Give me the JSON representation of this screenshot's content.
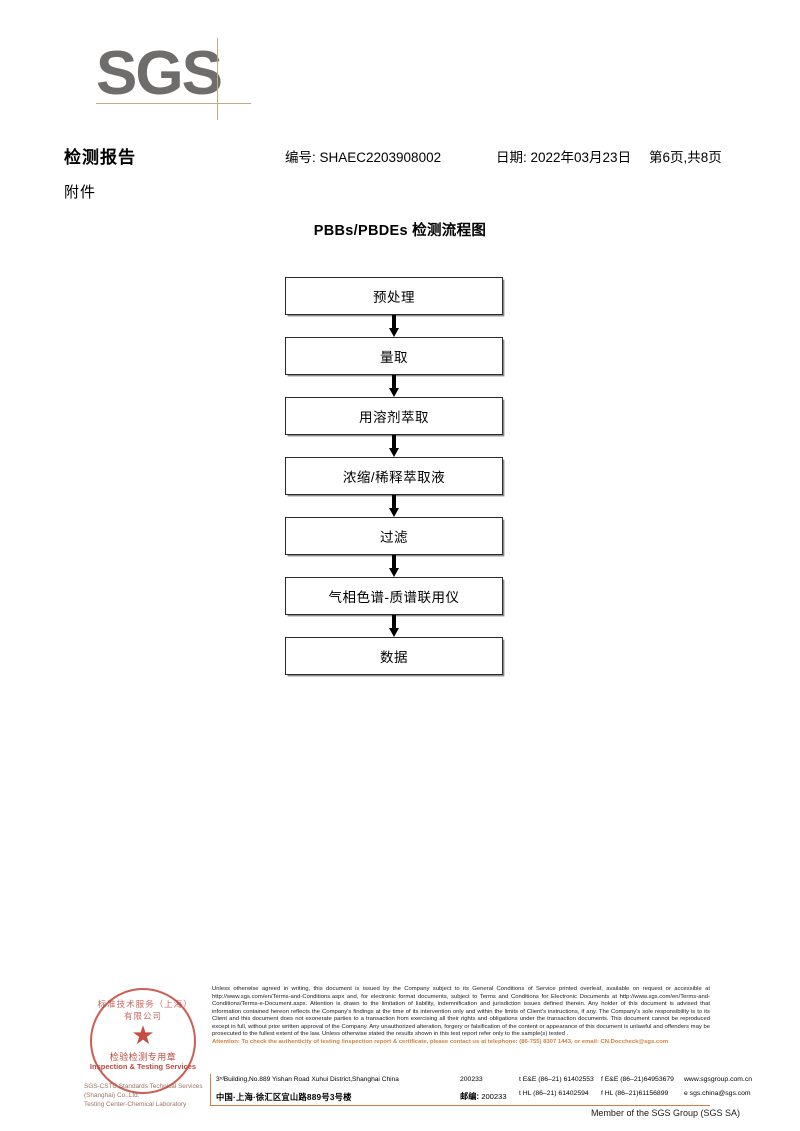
{
  "logo": {
    "text": "SGS"
  },
  "header": {
    "title": "检测报告",
    "report_no": "编号: SHAEC2203908002",
    "date": "日期: 2022年03月23日",
    "page": "第6页,共8页",
    "attachment": "附件"
  },
  "flowchart": {
    "title": "PBBs/PBDEs 检测流程图",
    "steps": [
      {
        "label": "预处理"
      },
      {
        "label": "量取"
      },
      {
        "label": "用溶剂萃取"
      },
      {
        "label": "浓缩/稀释萃取液"
      },
      {
        "label": "过滤"
      },
      {
        "label": "气相色谱-质谱联用仪"
      },
      {
        "label": "数据"
      }
    ]
  },
  "stamp": {
    "arc_text": "标准技术服务（上海）有限公司",
    "cn_label": "检验检测专用章",
    "en_label": "Inspection & Testing Services",
    "company_line1": "SGS-CSTC Standards Technical Services (Shanghai) Co.,Ltd.",
    "company_line2": "Testing Center-Chemical Laboratory"
  },
  "footer": {
    "legal_paragraph": "Unless otherwise agreed in writing, this document is issued by the Company subject to its General Conditions of Service printed overleaf, available on request or accessible at http://www.sgs.com/en/Terms-and-Conditions.aspx and, for electronic format documents, subject to Terms and Conditions for Electronic Documents at http://www.sgs.com/en/Terms-and-Conditions/Terms-e-Document.aspx. Attention is drawn to the limitation of liability, indemnification and jurisdiction issues defined therein. Any holder of this document is advised that information contained hereon reflects the Company's findings at the time of its intervention only and within the limits of Client's instructions, if any. The Company's sole responsibility is to its Client and this document does not exonerate parties to a transaction from exercising all their rights and obligations under the transaction documents. This document cannot be reproduced except in full, without prior written approval of the Company. Any unauthorized alteration, forgery or falsification of the content or appearance of this document is unlawful and offenders may be prosecuted to the fullest extent of the law. Unless otherwise stated the results shown in this test report refer only to the sample(s) tested .",
    "attention_line": "Attention: To check the authenticity of testing /inspection report & certificate, please contact us at telephone: (86-755) 8307 1443, or email: CN.Doccheck@sgs.com",
    "address_en": "3ʳᵈBuilding,No.889 Yishan Road Xuhui District,Shanghai China",
    "zip_en": "200233",
    "tel_en": "t E&E (86–21) 61402553",
    "fax_en": "f E&E (86–21)64953679",
    "web_en": "www.sgsgroup.com.cn",
    "address_cn": "中国·上海·徐汇区宜山路889号3号楼",
    "zip_cn_label": "邮编:",
    "zip_cn": "200233",
    "tel_cn": "t HL (86–21) 61402594",
    "fax_cn": "f HL (86–21)61156899",
    "email_cn": "e  sgs.china@sgs.com",
    "member_line": "Member of the SGS Group (SGS SA)"
  },
  "colors": {
    "logo_gray": "#6f6d6b",
    "logo_tan": "#c6a885",
    "stamp_red": "#c03a30",
    "accent_orange": "#d08040"
  }
}
